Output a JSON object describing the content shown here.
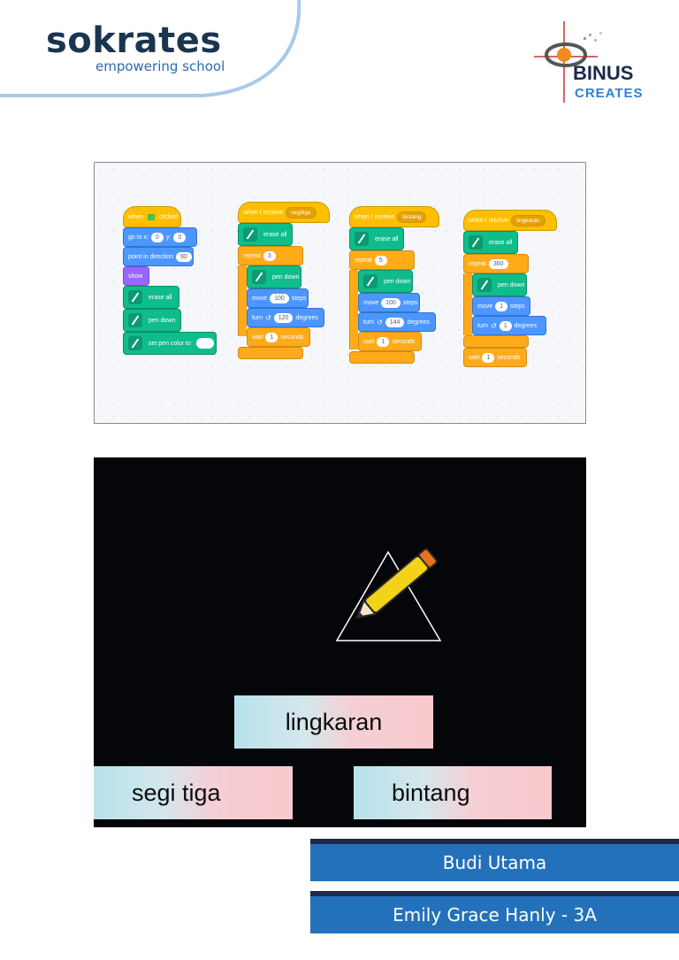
{
  "header": {
    "logo_name": "sokrates",
    "logo_tagline": "empowering school",
    "partner_logo_name": "BINUS",
    "partner_logo_sub": "CREATES"
  },
  "code": {
    "script1": {
      "hat_when": "when",
      "hat_clicked": "clicked",
      "goto": "go to x:",
      "x": "0",
      "y_label": "y:",
      "y": "0",
      "point": "point in direction",
      "direction": "90",
      "show": "show",
      "erase": "erase all",
      "pendown": "pen down",
      "pencolor": "set pen color to"
    },
    "script2": {
      "hat": "when I receive",
      "message": "segitiga",
      "erase": "erase all",
      "repeat": "repeat",
      "count": "3",
      "pendown": "pen down",
      "move": "move",
      "steps_val": "100",
      "steps": "steps",
      "turn": "turn",
      "deg_val": "120",
      "degrees": "degrees",
      "wait": "wait",
      "wait_val": "1",
      "seconds": "seconds"
    },
    "script3": {
      "hat": "when I receive",
      "message": "bintang",
      "erase": "erase all",
      "repeat": "repeat",
      "count": "5",
      "pendown": "pen down",
      "move": "move",
      "steps_val": "100",
      "steps": "steps",
      "turn": "turn",
      "deg_val": "144",
      "degrees": "degrees",
      "wait": "wait",
      "wait_val": "1",
      "seconds": "seconds"
    },
    "script4": {
      "hat": "when I receive",
      "message": "lingkaran",
      "erase": "erase all",
      "repeat": "repeat",
      "count": "360",
      "pendown": "pen down",
      "move": "move",
      "steps_val": "1",
      "steps": "steps",
      "turn": "turn",
      "deg_val": "1",
      "degrees": "degrees",
      "wait": "wait",
      "wait_val": "1",
      "seconds": "seconds"
    }
  },
  "stage": {
    "buttons": {
      "lingkaran": "lingkaran",
      "segitiga": "segi tiga",
      "bintang": "bintang"
    }
  },
  "footer": {
    "name1": "Budi Utama",
    "name2": "Emily Grace Hanly - 3A"
  },
  "colors": {
    "events": "#ffbf00",
    "motion": "#4c97ff",
    "looks": "#9966ff",
    "pen": "#0fbd8c",
    "control": "#ffab19",
    "name_bar": "#2471bb"
  }
}
